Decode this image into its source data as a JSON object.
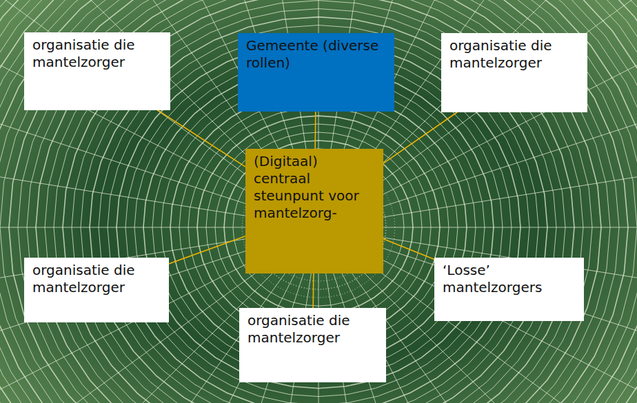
{
  "diagram": {
    "nodes": [
      {
        "text": [
          "organisatie die mantelzorger"
        ]
      },
      {
        "text": [
          "Gemeente (diverse rollen)"
        ]
      },
      {
        "text": [
          "organisatie die mantelzorger"
        ]
      },
      {
        "text": [
          "(Digitaal) centraal steunpunt voor mantelzorg-"
        ]
      },
      {
        "text": [
          "organisatie die mantelzorger"
        ]
      },
      {
        "text": [
          "‘Losse’ mantelzorgers"
        ]
      },
      {
        "text": [
          "organisatie die mantelzorger"
        ]
      }
    ],
    "edges": [
      {
        "from": 3,
        "to": 0,
        "arrow": "none"
      },
      {
        "from": 3,
        "to": 1,
        "arrow": "none"
      },
      {
        "from": 3,
        "to": 2,
        "arrow": "none"
      },
      {
        "from": 3,
        "to": 4,
        "arrow": "none"
      },
      {
        "from": 3,
        "to": 5,
        "arrow": "none"
      },
      {
        "from": 3,
        "to": 6,
        "arrow": "none"
      }
    ]
  }
}
